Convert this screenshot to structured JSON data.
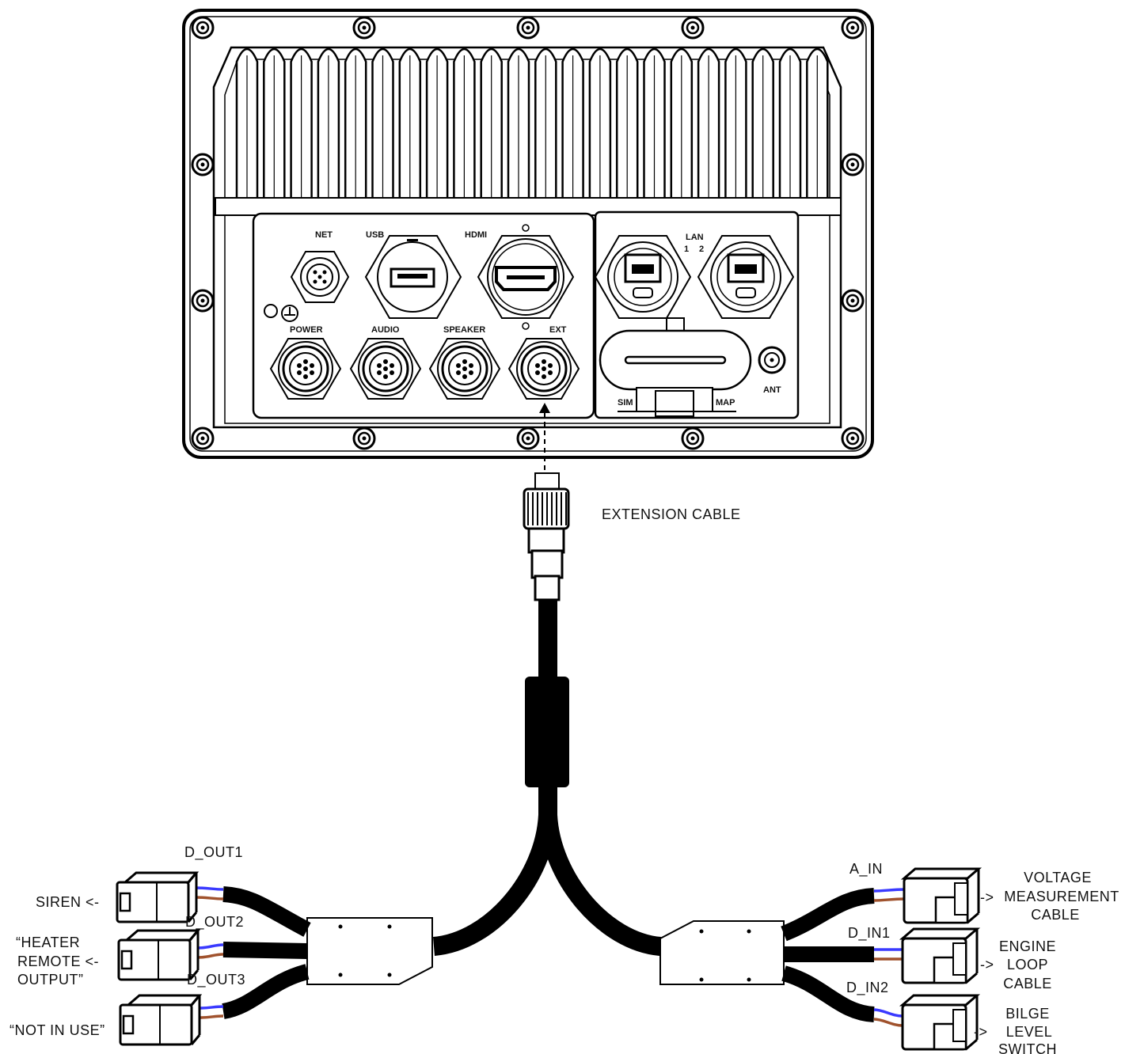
{
  "device": {
    "ports": {
      "net": "NET",
      "usb": "USB",
      "hdmi": "HDMI",
      "lan": "LAN",
      "lan1": "1",
      "lan2": "2",
      "power": "POWER",
      "audio": "AUDIO",
      "speaker": "SPEAKER",
      "ext": "EXT",
      "sim": "SIM",
      "map": "MAP",
      "ant": "ANT"
    }
  },
  "cable": {
    "extension_label": "EXTENSION CABLE"
  },
  "left_outputs": {
    "d_out1": "D_OUT1",
    "d_out2": "D_OUT2",
    "d_out3": "D_OUT3",
    "siren": "SIREN <-",
    "heater_line1": "“HEATER",
    "heater_line2": "REMOTE <-",
    "heater_line3": "OUTPUT”",
    "not_in_use": "“NOT IN USE”"
  },
  "right_inputs": {
    "a_in": "A_IN",
    "d_in1": "D_IN1",
    "d_in2": "D_IN2",
    "voltage_line1": "VOLTAGE",
    "voltage_line2": "MEASUREMENT",
    "voltage_line3": "CABLE",
    "engine_line1": "ENGINE",
    "engine_line2": "LOOP",
    "engine_line3": "CABLE",
    "bilge_line1": "BILGE",
    "bilge_line2": "LEVEL",
    "bilge_line3": "SWITCH",
    "arrow": "->"
  },
  "colors": {
    "wire_blue": "#3a3aff",
    "wire_brown": "#a0522d",
    "cable_black": "#000000"
  }
}
